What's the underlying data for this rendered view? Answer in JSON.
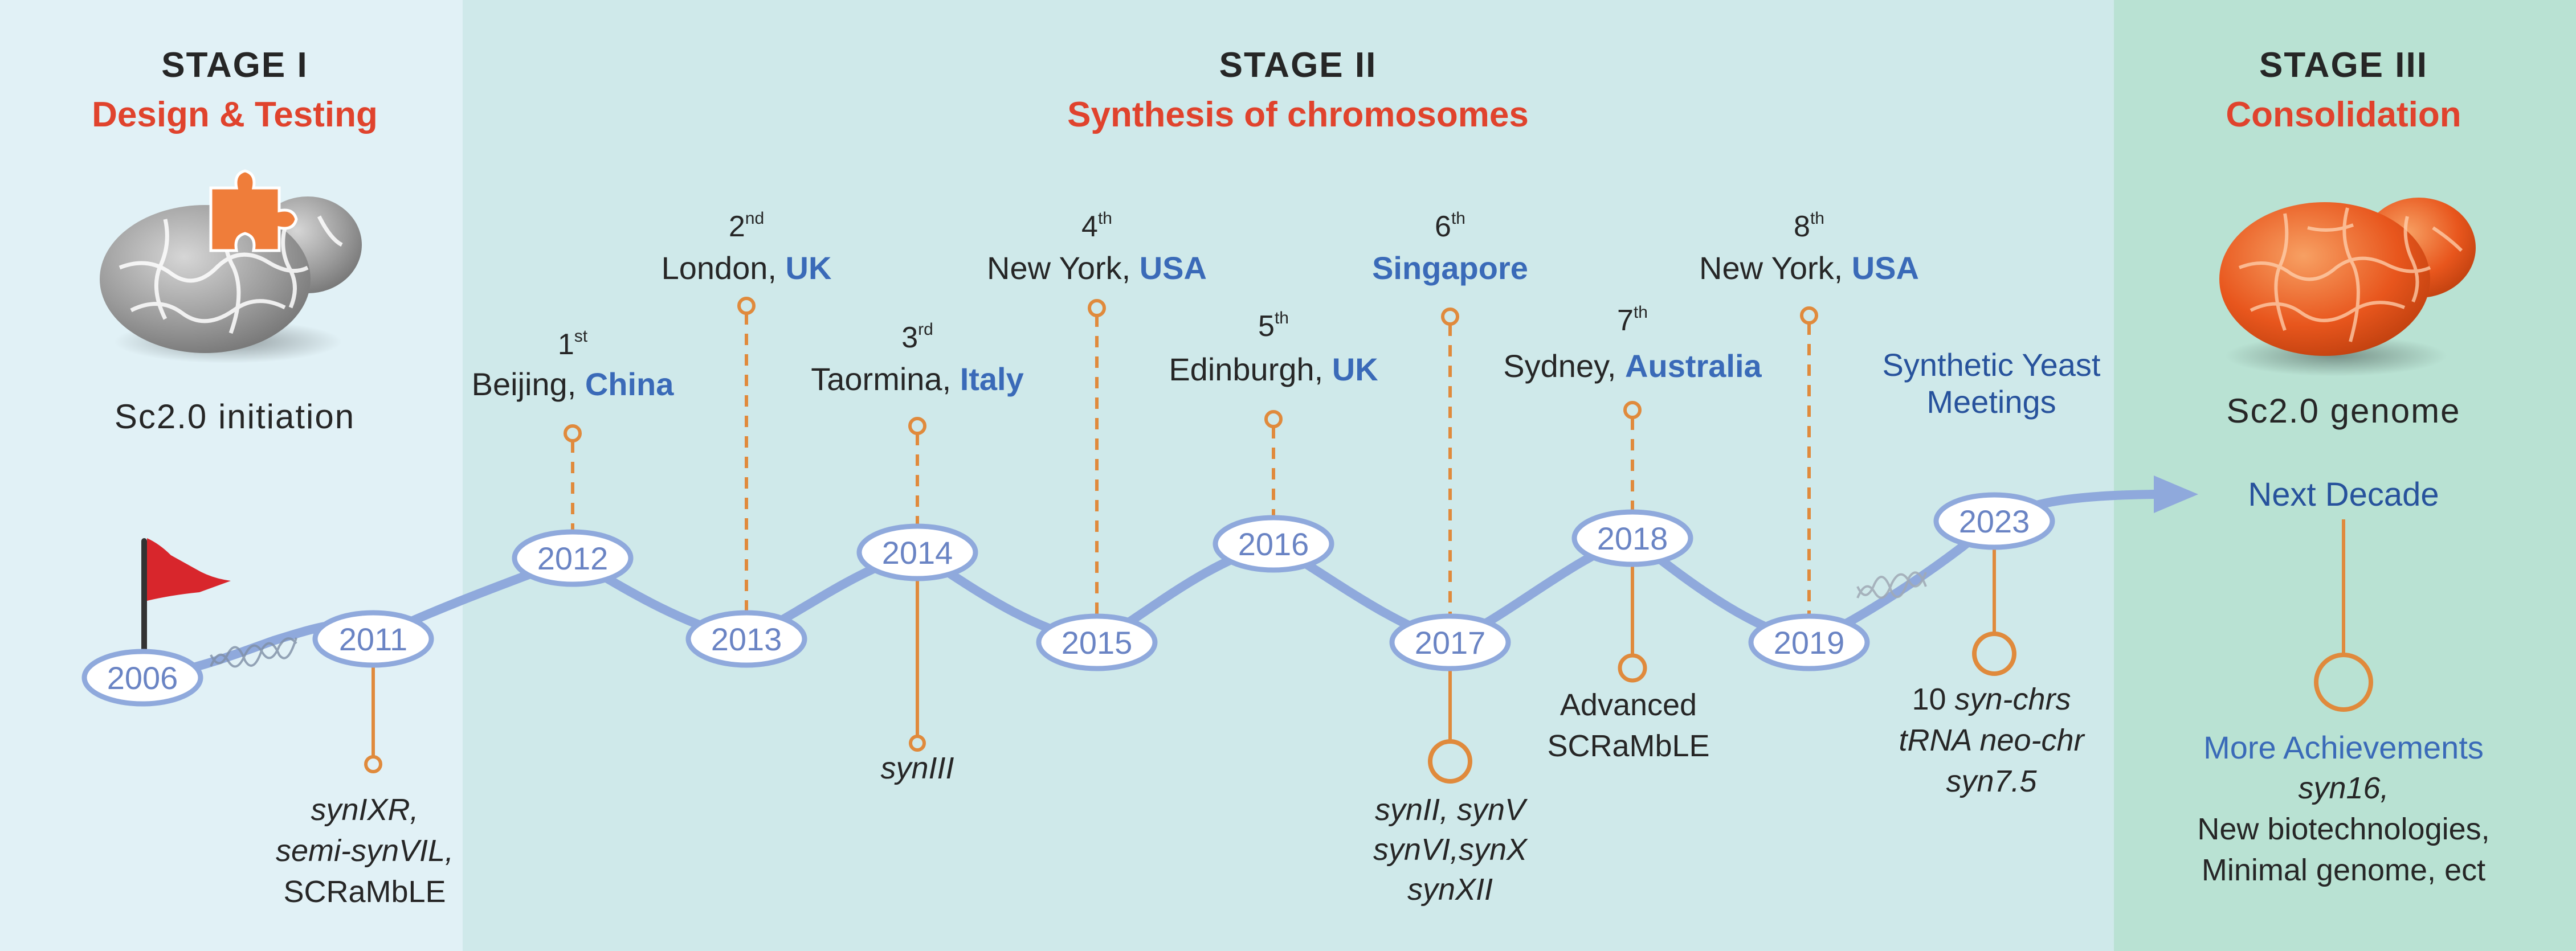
{
  "stages": [
    {
      "label": "STAGE I",
      "subtitle": "Design & Testing",
      "image_caption": "Sc2.0 initiation"
    },
    {
      "label": "STAGE II",
      "subtitle": "Synthesis of chromosomes"
    },
    {
      "label": "STAGE III",
      "subtitle": "Consolidation",
      "image_caption": "Sc2.0 genome"
    }
  ],
  "timeline": [
    {
      "year": "2006"
    },
    {
      "year": "2011",
      "achievements": [
        "synIXR,",
        "semi-synVIL,",
        "SCRaMbLE"
      ]
    },
    {
      "year": "2012",
      "meeting": {
        "ordinal": "1",
        "suffix": "st",
        "city": "Beijing, ",
        "country": "China"
      }
    },
    {
      "year": "2013",
      "meeting": {
        "ordinal": "2",
        "suffix": "nd",
        "city": "London, ",
        "country": "UK"
      }
    },
    {
      "year": "2014",
      "meeting": {
        "ordinal": "3",
        "suffix": "rd",
        "city": "Taormina, ",
        "country": "Italy"
      },
      "achievements": [
        "synIII"
      ]
    },
    {
      "year": "2015",
      "meeting": {
        "ordinal": "4",
        "suffix": "th",
        "city": "New York, ",
        "country": "USA"
      }
    },
    {
      "year": "2016",
      "meeting": {
        "ordinal": "5",
        "suffix": "th",
        "city": "Edinburgh, ",
        "country": "UK"
      }
    },
    {
      "year": "2017",
      "meeting": {
        "ordinal": "6",
        "suffix": "th",
        "city": "",
        "country": "Singapore"
      },
      "achievements": [
        "synII, synV",
        "synVI,synX",
        "synXII"
      ]
    },
    {
      "year": "2018",
      "meeting": {
        "ordinal": "7",
        "suffix": "th",
        "city": "Sydney, ",
        "country": "Australia"
      },
      "achievements": [
        "Advanced",
        "SCRaMbLE"
      ]
    },
    {
      "year": "2019",
      "meeting": {
        "ordinal": "8",
        "suffix": "th",
        "city": "New York, ",
        "country": "USA"
      }
    },
    {
      "year": "2023",
      "achievements_lines": [
        {
          "prefix": "10 ",
          "italic": "syn-chrs"
        },
        {
          "prefix": "",
          "italic": "tRNA neo-chr"
        },
        {
          "prefix": "",
          "italic": "syn7.5"
        }
      ]
    }
  ],
  "meetings_label": [
    "Synthetic Yeast",
    "Meetings"
  ],
  "next_decade": {
    "label": "Next Decade",
    "achievements_title": "More Achievements",
    "lines": [
      "syn16,",
      "New biotechnologies,",
      "Minimal genome, ect"
    ]
  },
  "colors": {
    "stage1_bg": "#e1f1f6",
    "stage2_bg": "#cfe9ea",
    "stage3_bg": "#b9e2d3",
    "title_red": "#e0432d",
    "country_blue": "#3a6ab8",
    "meetings_blue": "#27529c",
    "timeline_blue": "#8fa9dc",
    "connector_orange": "#e08a3c"
  }
}
